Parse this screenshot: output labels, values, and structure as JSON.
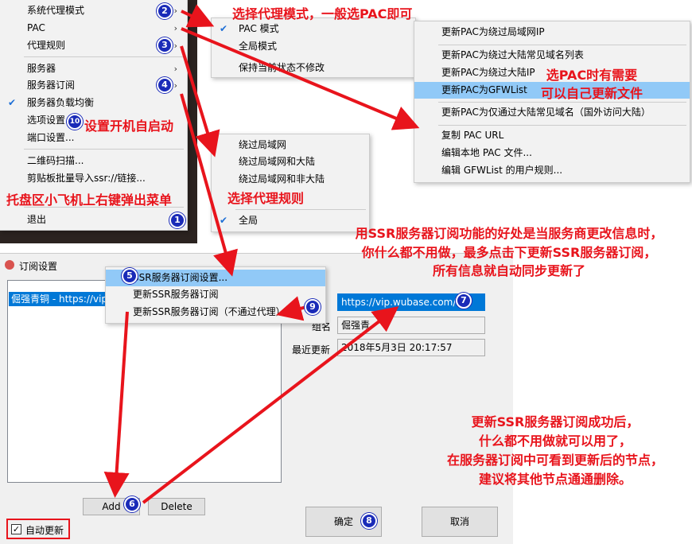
{
  "tray_menu": {
    "items": [
      {
        "label": "系统代理模式",
        "submenu": true
      },
      {
        "label": "PAC",
        "submenu": true
      },
      {
        "label": "代理规则",
        "submenu": true
      },
      {
        "label": "服务器",
        "submenu": true
      },
      {
        "label": "服务器订阅",
        "submenu": true
      },
      {
        "label": "服务器负载均衡",
        "checked": true
      },
      {
        "label": "选项设置..."
      },
      {
        "label": "端口设置..."
      },
      {
        "label": "二维码扫描..."
      },
      {
        "label": "剪贴板批量导入ssr://链接..."
      },
      {
        "label": "退出"
      }
    ]
  },
  "mode_menu": {
    "items": [
      {
        "label": "PAC 模式",
        "checked": true
      },
      {
        "label": "全局模式"
      },
      {
        "label": "保持当前状态不修改"
      }
    ]
  },
  "pac_menu": {
    "items": [
      {
        "label": "更新PAC为绕过局域网IP"
      },
      {
        "label": "更新PAC为绕过大陆常见域名列表"
      },
      {
        "label": "更新PAC为绕过大陆IP"
      },
      {
        "label": "更新PAC为GFWList",
        "highlighted": true
      },
      {
        "label": "更新PAC为仅通过大陆常见域名（国外访问大陆）"
      },
      {
        "label": "复制 PAC URL"
      },
      {
        "label": "编辑本地 PAC 文件..."
      },
      {
        "label": "编辑 GFWList 的用户规则..."
      }
    ]
  },
  "rule_menu": {
    "items": [
      {
        "label": "绕过局域网"
      },
      {
        "label": "绕过局域网和大陆"
      },
      {
        "label": "绕过局域网和非大陆"
      },
      {
        "label": "全局",
        "checked": true
      }
    ]
  },
  "sub_menu": {
    "items": [
      {
        "label": "SSR服务器订阅设置...",
        "highlighted": true
      },
      {
        "label": "更新SSR服务器订阅"
      },
      {
        "label": "更新SSR服务器订阅（不通过代理）"
      }
    ]
  },
  "dialog": {
    "title": "订阅设置",
    "list_items": [
      "倔强青铜 - https://vip"
    ],
    "url_value": "https://vip.wubase.com/s/",
    "group_label": "组名",
    "group_value": "倔强青",
    "last_update_label": "最近更新",
    "last_update_value": "2018年5月3日 20:17:57",
    "add_label": "Add",
    "delete_label": "Delete",
    "ok_label": "确定",
    "cancel_label": "取消",
    "auto_update_label": "自动更新",
    "auto_update_checked": true
  },
  "annotations": {
    "a2": "选择代理模式，一般选PAC即可",
    "a3_line1": "选PAC时有需要",
    "a3_line2": "可以自己更新文件",
    "a10": "设置开机自启动",
    "a1": "托盘区小飞机上右键弹出菜单",
    "a_rules": "选择代理规则",
    "a_sub_line1": "用SSR服务器订阅功能的好处是当服务商更改信息时，",
    "a_sub_line2": "你什么都不用做，最多点击下更新SSR服务器订阅，",
    "a_sub_line3": "所有信息就自动同步更新了",
    "a_done_line1": "更新SSR服务器订阅成功后，",
    "a_done_line2": "什么都不用做就可以用了，",
    "a_done_line3": "在服务器订阅中可看到更新后的节点，",
    "a_done_line4": "建议将其他节点通通删除。"
  },
  "badges": [
    "1",
    "2",
    "3",
    "4",
    "5",
    "6",
    "7",
    "8",
    "9",
    "10"
  ],
  "colors": {
    "annotation": "#e8141c",
    "badge": "#1a2bb8",
    "highlight": "#91c9f7",
    "check": "#1e6fd6"
  }
}
